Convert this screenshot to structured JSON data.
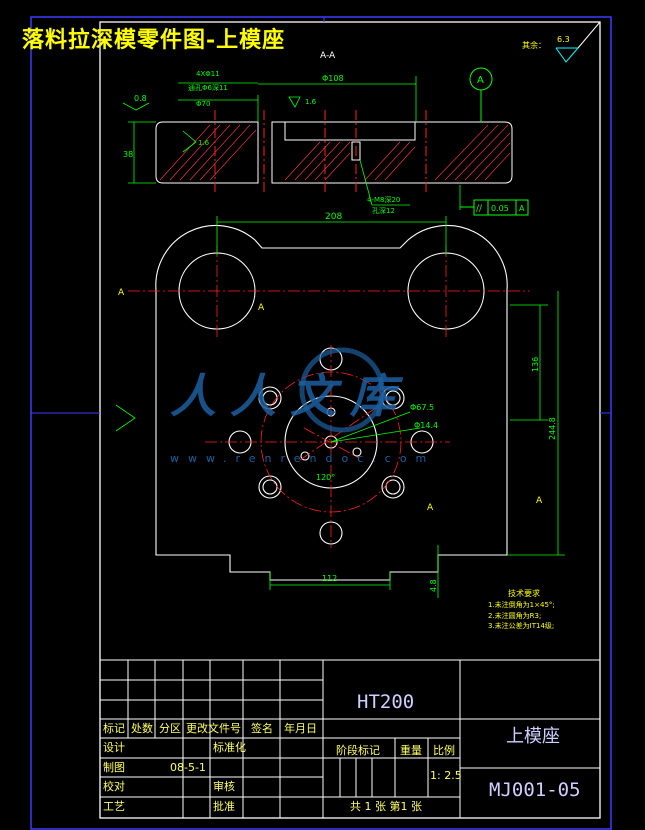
{
  "title": "落料拉深模零件图-上模座",
  "section_label": "A-A",
  "roughness": {
    "label": "其余：",
    "value": "6.3"
  },
  "datum": "A",
  "dims": {
    "d1": "Φ108",
    "d2": "4XΦ11",
    "d3": "通孔Φ6深11",
    "d4": "Φ70",
    "d5": "0.8",
    "d6": "1.6",
    "d7": "38",
    "d8": "1.6",
    "d9": "4-M8深20",
    "d10": "孔深12",
    "d11": "208",
    "d12": "136",
    "d13": "244.8",
    "d14": "Φ67.5",
    "d15": "Φ14.4",
    "d16": "120°",
    "d17": "112",
    "d18": "4.8",
    "d19": "A",
    "d20": "A",
    "d21": "A",
    "d22": "A"
  },
  "tolerance": {
    "symbol": "//",
    "value": "0.05",
    "datum": "A"
  },
  "watermark": {
    "text": "人人文库",
    "url": "www.renrendoc.com"
  },
  "tech_req": {
    "title": "技术要求",
    "items": [
      "1.未注倒角为1×45°;",
      "2.未注圆角为R3;",
      "3.未注公差为IT14级;"
    ]
  },
  "title_block": {
    "material": "HT200",
    "part_name": "上模座",
    "drawing_no": "MJ001-05",
    "scale": "1: 2.5",
    "sheets": "共 1 张  第1 张",
    "labels": {
      "biaoji": "标记",
      "chushu": "处数",
      "fenqu": "分区",
      "gengai": "更改文件号",
      "qianming": "签名",
      "nianyueri": "年月日",
      "sheji": "设计",
      "biaozhunhua": "标准化",
      "zhitu": "制图",
      "date": "08-5-1",
      "jiaodui": "校对",
      "shenhe": "审核",
      "gongyi": "工艺",
      "pizhun": "批准",
      "jieduan": "阶段标记",
      "zhongliang": "重量",
      "bili": "比例"
    }
  }
}
